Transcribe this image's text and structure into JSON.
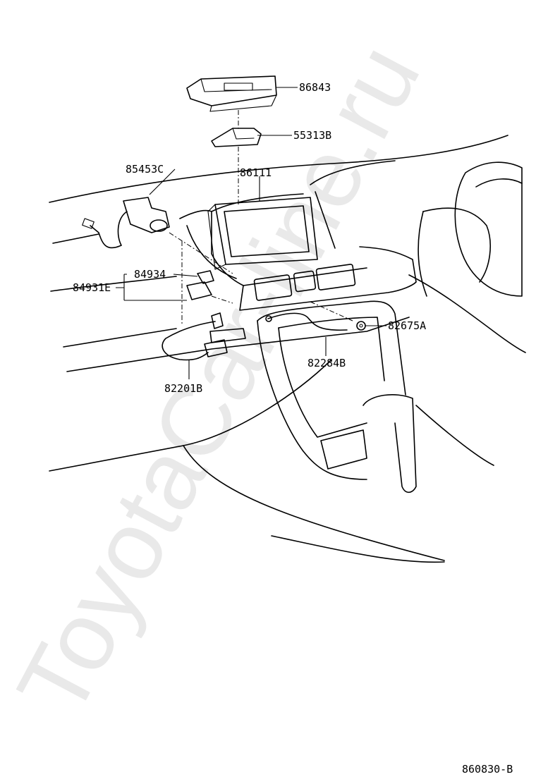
{
  "watermark": "ToyotaCar-line.ru",
  "diagram_code": "860830-B",
  "parts": {
    "p86843": "86843",
    "p55313B": "55313B",
    "p85453C": "85453C",
    "p86111": "86111",
    "p84934": "84934",
    "p84931E": "84931E",
    "p82675A": "82675A",
    "p82284B": "82284B",
    "p82201B": "82201B"
  }
}
